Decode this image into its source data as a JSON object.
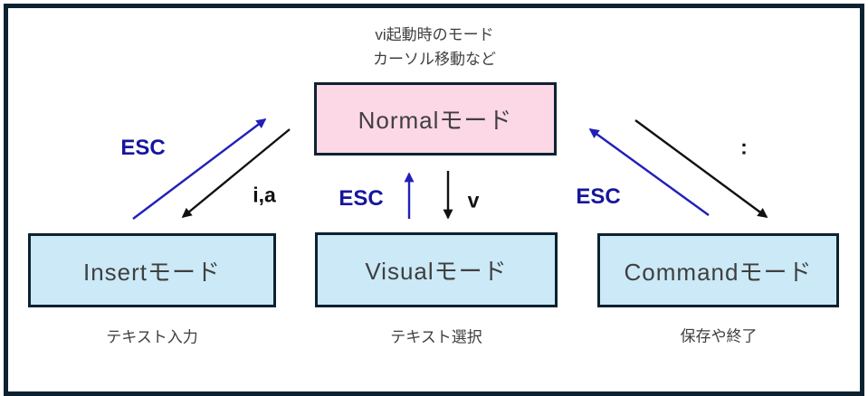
{
  "diagram": {
    "top_caption": [
      "vi起動時のモード",
      "カーソル移動など"
    ],
    "nodes": {
      "normal": {
        "label": "Normalモード"
      },
      "insert": {
        "label": "Insertモード",
        "caption": "テキスト入力"
      },
      "visual": {
        "label": "Visualモード",
        "caption": "テキスト選択"
      },
      "command": {
        "label": "Commandモード",
        "caption": "保存や終了"
      }
    },
    "edges": {
      "insert_to_normal": "ESC",
      "normal_to_insert": "i,a",
      "visual_to_normal": "ESC",
      "normal_to_visual": "v",
      "command_to_normal": "ESC",
      "normal_to_command": ":"
    },
    "colors": {
      "frame_border": "#0c2231",
      "normal_fill": "#fcd7e6",
      "mode_fill": "#cbe9f7",
      "arrow_blue": "#2020b8",
      "esc_label_blue": "#16169e",
      "arrow_black": "#111111",
      "text": "#3f3f3f"
    }
  }
}
